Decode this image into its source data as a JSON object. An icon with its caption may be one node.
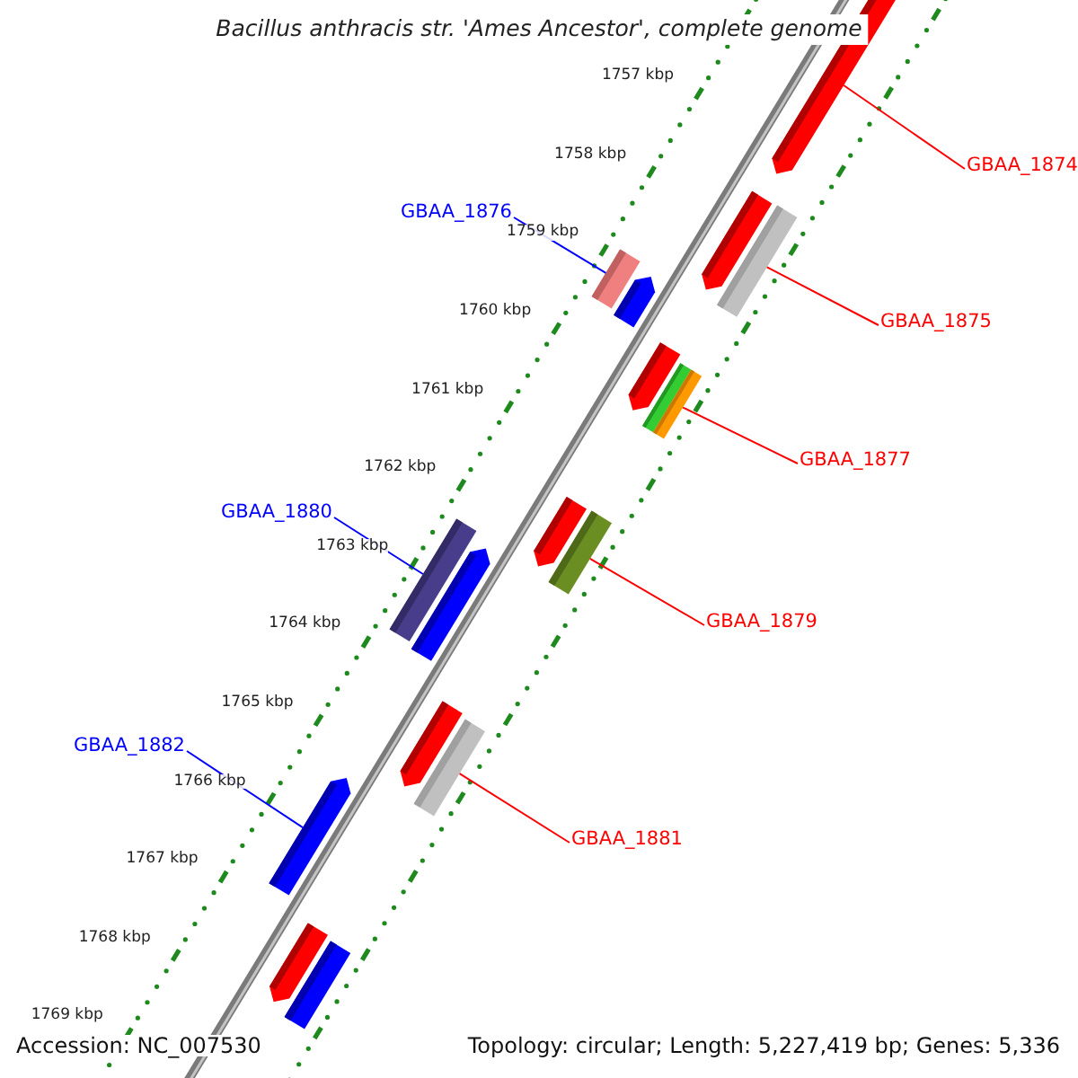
{
  "diagram": {
    "title": "Bacillus anthracis str. 'Ames Ancestor', complete genome",
    "nodes": [
      {
        "text": [],
        "shape": "bar"
      },
      {
        "text": [
          "GBAA_1874"
        ]
      },
      {
        "text": [],
        "shape": "bar"
      },
      {
        "text": [],
        "shape": "bar"
      },
      {
        "text": [
          "GBAA_1876"
        ]
      },
      {
        "text": [],
        "shape": "bar"
      },
      {
        "text": [],
        "shape": "bar"
      },
      {
        "text": [
          "GBAA_1875"
        ]
      },
      {
        "text": [],
        "shape": "bar"
      },
      {
        "text": [],
        "shape": "bar"
      },
      {
        "text": [],
        "shape": "bar"
      },
      {
        "text": [
          "GBAA_1877"
        ]
      },
      {
        "text": [
          "GBAA_1880"
        ]
      },
      {
        "text": [],
        "shape": "bar"
      },
      {
        "text": [],
        "shape": "bar"
      },
      {
        "text": [],
        "shape": "bar"
      },
      {
        "text": [],
        "shape": "bar"
      },
      {
        "text": [
          "GBAA_1879"
        ]
      },
      {
        "text": [],
        "shape": "bar"
      },
      {
        "text": [],
        "shape": "bar"
      },
      {
        "text": [
          "GBAA_1882"
        ]
      },
      {
        "text": [
          "GBAA_1881"
        ]
      },
      {
        "text": [],
        "shape": "bar"
      },
      {
        "text": [],
        "shape": "bar"
      },
      {
        "text": [],
        "shape": "bar"
      }
    ],
    "edges": [
      {
        "from": 1,
        "to": 0,
        "arrow": "none"
      },
      {
        "from": 4,
        "to": 5,
        "arrow": "none",
        "color": "#0000ff"
      },
      {
        "from": 7,
        "to": 3,
        "arrow": "none"
      },
      {
        "from": 11,
        "to": 10,
        "arrow": "none"
      },
      {
        "from": 12,
        "to": 15,
        "arrow": "none",
        "color": "#0000ff"
      },
      {
        "from": 17,
        "to": 14,
        "arrow": "none"
      },
      {
        "from": 20,
        "to": 22,
        "arrow": "none",
        "color": "#0000ff"
      },
      {
        "from": 21,
        "to": 19,
        "arrow": "none"
      }
    ],
    "labels": [
      "1757 kbp",
      "1758 kbp",
      "1759 kbp",
      "1760 kbp",
      "1761 kbp",
      "1762 kbp",
      "1763 kbp",
      "1764 kbp",
      "1765 kbp",
      "1766 kbp",
      "1767 kbp",
      "1768 kbp",
      "1769 kbp",
      "Accession: NC_007530",
      "Topology: circular; Length: 5,227,419 bp; Genes: 5,336"
    ]
  }
}
